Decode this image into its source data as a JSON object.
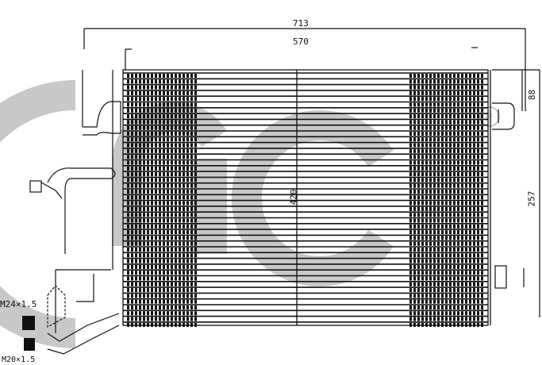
{
  "drawing": {
    "subject": "AC condenser technical drawing",
    "watermark": {
      "text": "ac",
      "registered_mark": "®",
      "color": "#c8c8c8"
    },
    "line_color": "#111111",
    "dimensions": {
      "overall_width": "713",
      "core_width": "570",
      "core_height": "420",
      "top_offset": "88",
      "bracket_height": "257"
    },
    "fittings": {
      "upper_thread": "M24×1.5",
      "lower_thread": "M20×1.5"
    }
  }
}
